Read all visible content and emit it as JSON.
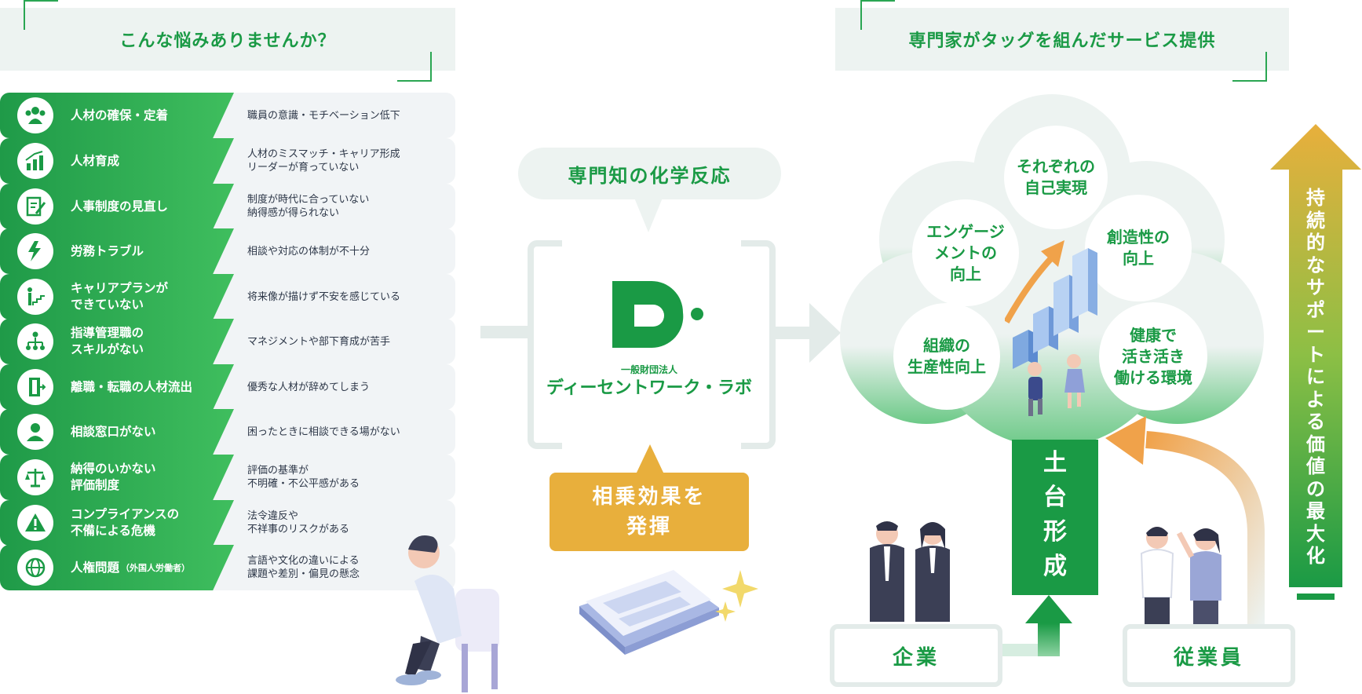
{
  "left": {
    "title": "こんな悩みありませんか？",
    "rows": [
      {
        "label": "人材の確保・定着",
        "desc": "職員の意識・モチベーション低下",
        "icon": "people-group-icon"
      },
      {
        "label": "人材育成",
        "desc": "人材のミスマッチ・キャリア形成\nリーダーが育っていない",
        "icon": "growth-chart-icon"
      },
      {
        "label": "人事制度の見直し",
        "desc": "制度が時代に合っていない\n納得感が得られない",
        "icon": "document-edit-icon"
      },
      {
        "label": "労務トラブル",
        "desc": "相談や対応の体制が不十分",
        "icon": "lightning-icon"
      },
      {
        "label": "キャリアプランが\nできていない",
        "desc": "将来像が描けず不安を感じている",
        "icon": "stairs-person-icon"
      },
      {
        "label": "指導管理職の\nスキルがない",
        "desc": "マネジメントや部下育成が苦手",
        "icon": "hierarchy-icon"
      },
      {
        "label": "離職・転職の人材流出",
        "desc": "優秀な人材が辞めてしまう",
        "icon": "exit-door-icon"
      },
      {
        "label": "相談窓口がない",
        "desc": "困ったときに相談できる場がない",
        "icon": "person-icon"
      },
      {
        "label": "納得のいかない\n評価制度",
        "desc": "評価の基準が\n不明確・不公平感がある",
        "icon": "scale-icon"
      },
      {
        "label": "コンプライアンスの\n不備による危機",
        "desc": "法令違反や\n不祥事のリスクがある",
        "icon": "warning-icon"
      },
      {
        "label": "人権問題",
        "label_note": "（外国人労働者）",
        "desc": "言語や文化の違いによる\n課題や差別・偏見の懸念",
        "icon": "globe-icon"
      }
    ]
  },
  "center": {
    "top_bubble": "専門知の化学反応",
    "org_small": "一般財団法人",
    "org_name": "ディーセントワーク・ラボ",
    "logo_letter": "D",
    "bottom_bubble": "相乗効果を\n発揮"
  },
  "right": {
    "title": "専門家がタッグを組んだサービス提供",
    "bubbles": [
      {
        "text": "それぞれの\n自己実現"
      },
      {
        "text": "エンゲージ\nメントの\n向上"
      },
      {
        "text": "創造性の\n向上"
      },
      {
        "text": "組織の\n生産性向上"
      },
      {
        "text": "健康で\n活き活き\n働ける環境"
      }
    ],
    "trunk": "土\n台\n形\n成",
    "company": "企業",
    "employee": "従業員",
    "side_arrow": "持続的なサポートによる価値の最大化"
  },
  "colors": {
    "green": "#1a9a45",
    "green_light": "#3fbe5e",
    "gold": "#e8af3c",
    "pale": "#edf3f1"
  }
}
